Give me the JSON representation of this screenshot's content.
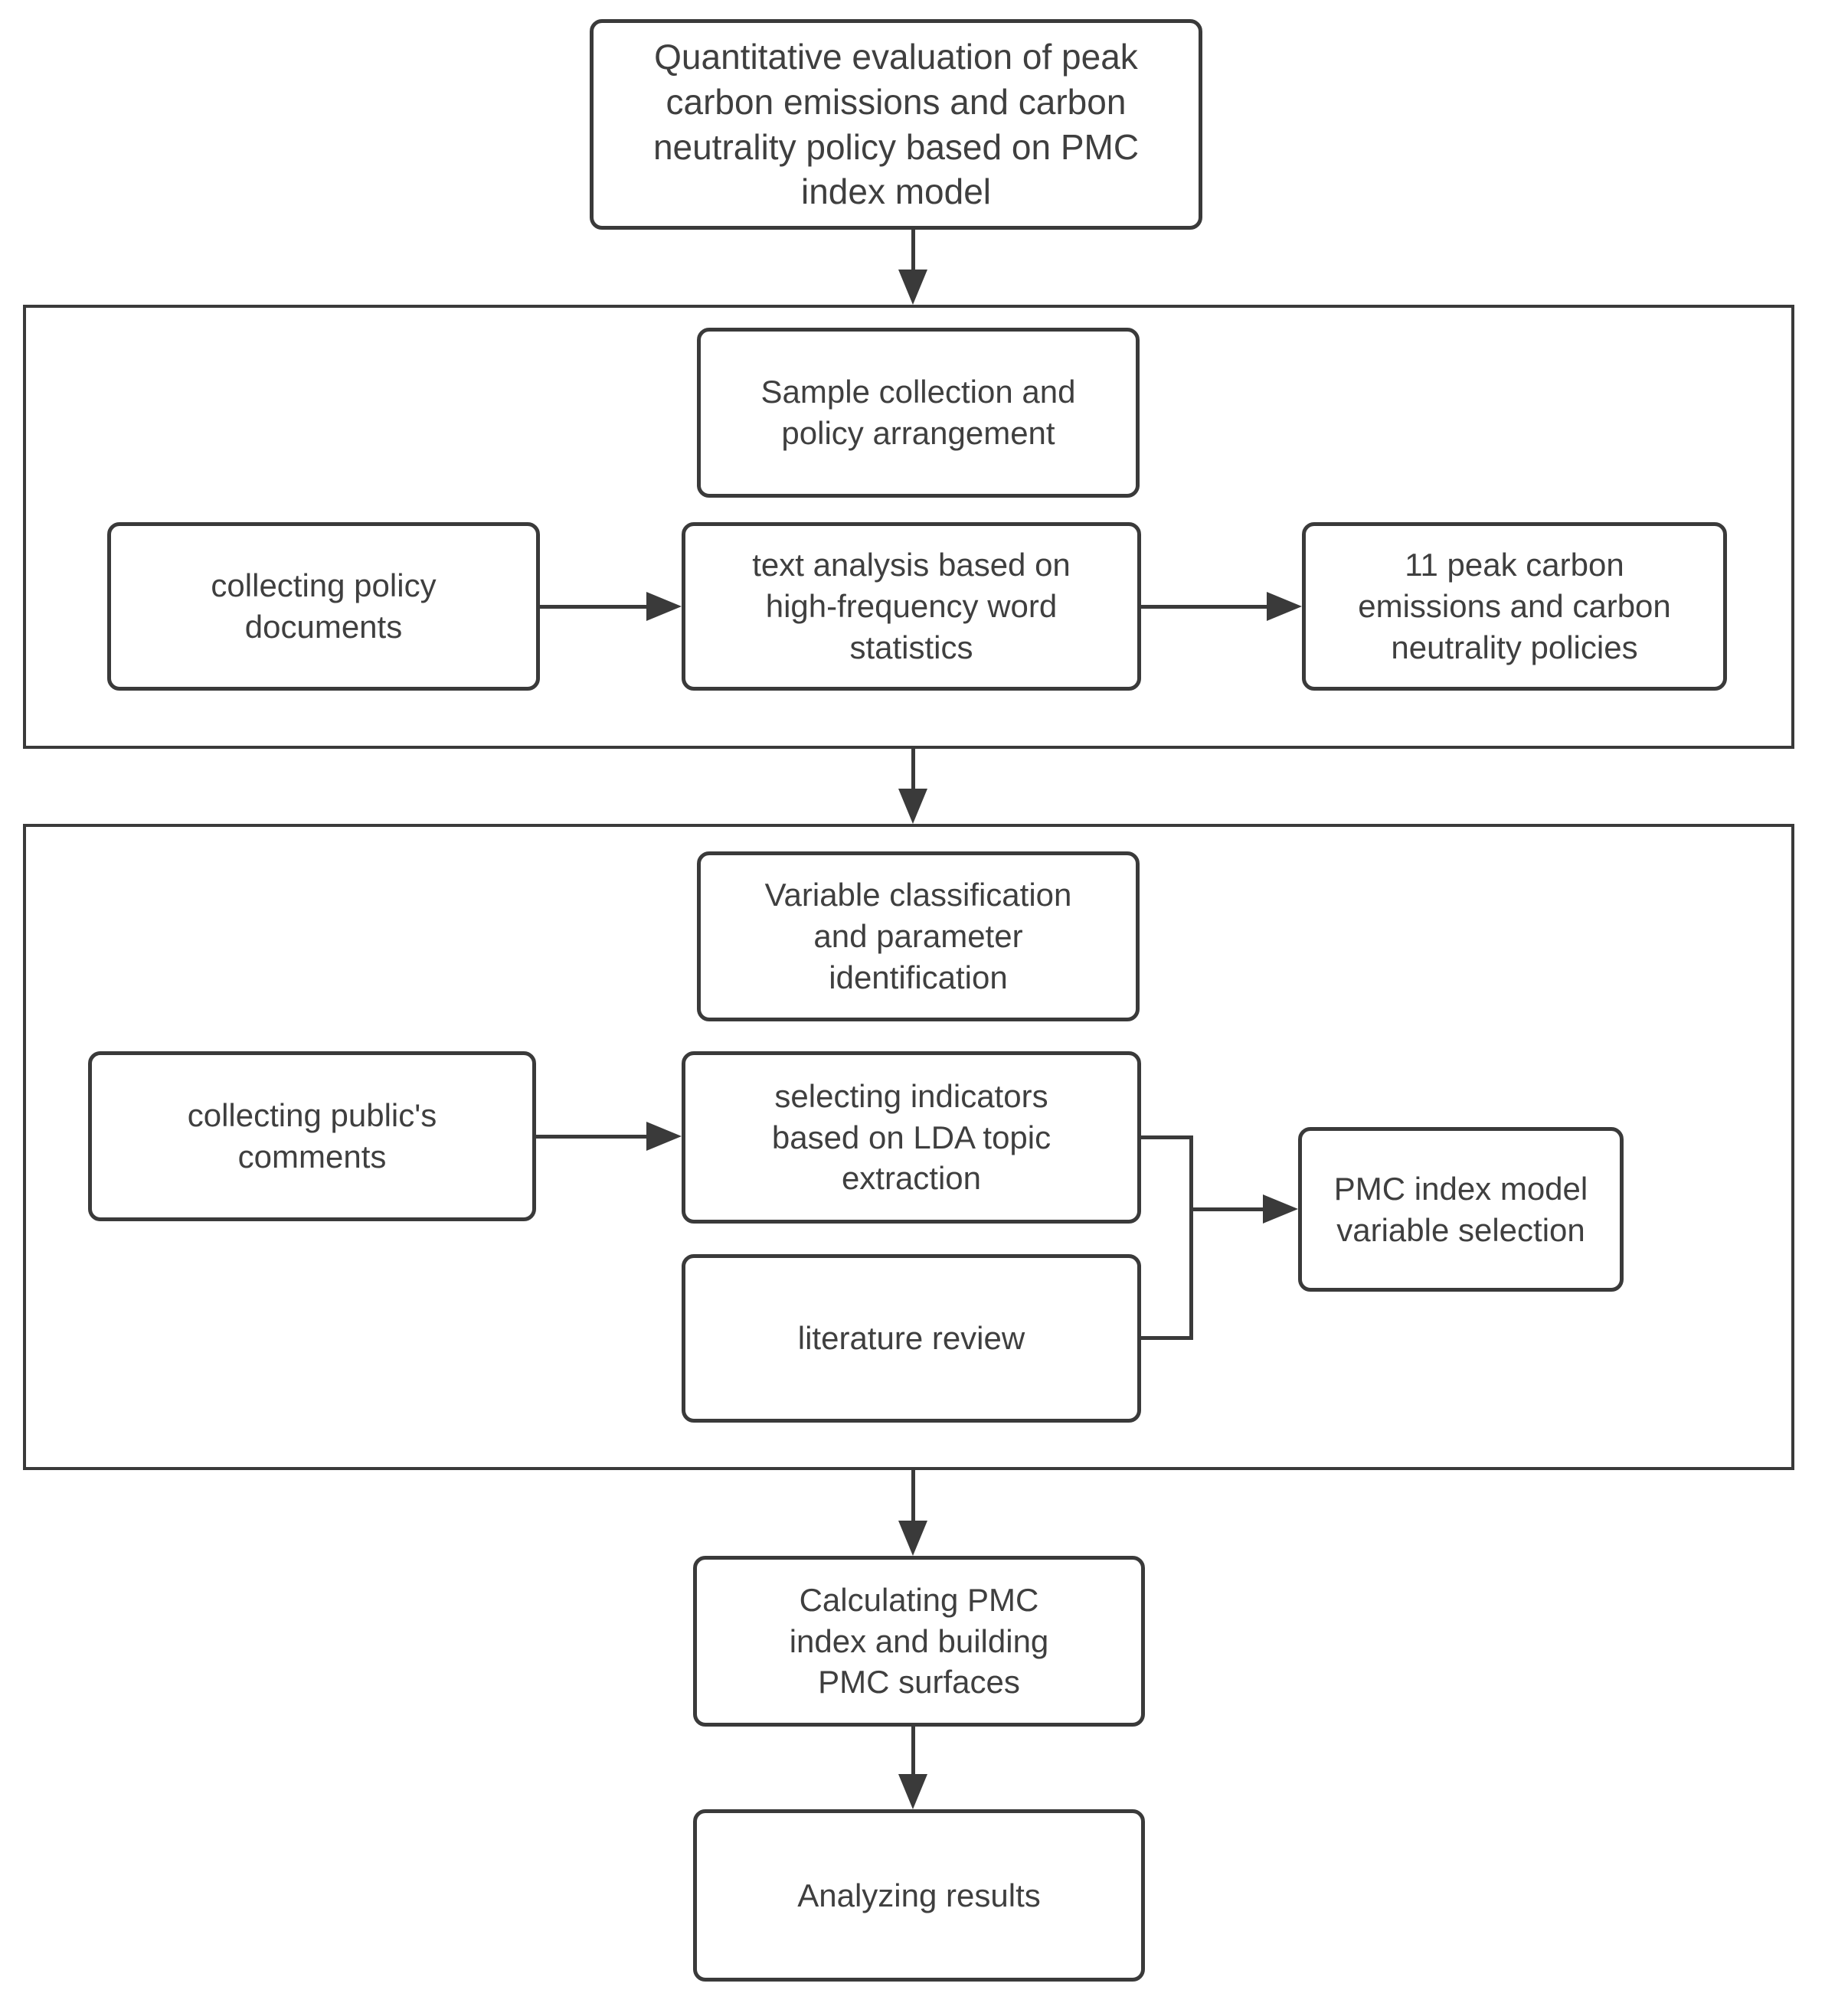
{
  "colors": {
    "line": "#3a3a3a",
    "text": "#3f3f3f",
    "background": "#ffffff"
  },
  "flowchart": {
    "title": "Quantitative evaluation of peak\ncarbon emissions and carbon\nneutrality policy based on PMC\nindex model",
    "stage1": {
      "header": "Sample collection and\npolicy arrangement",
      "input": "collecting policy\ndocuments",
      "process": "text analysis based on\nhigh-frequency word\nstatistics",
      "output": "11 peak carbon\nemissions and carbon\nneutrality policies"
    },
    "stage2": {
      "header": "Variable classification\nand parameter\nidentification",
      "input": "collecting public's\ncomments",
      "process_top": "selecting indicators\nbased on LDA topic\nextraction",
      "process_bottom": "literature review",
      "output": "PMC index model\nvariable selection"
    },
    "stage3": "Calculating PMC\nindex and building\nPMC surfaces",
    "stage4": "Analyzing results"
  }
}
